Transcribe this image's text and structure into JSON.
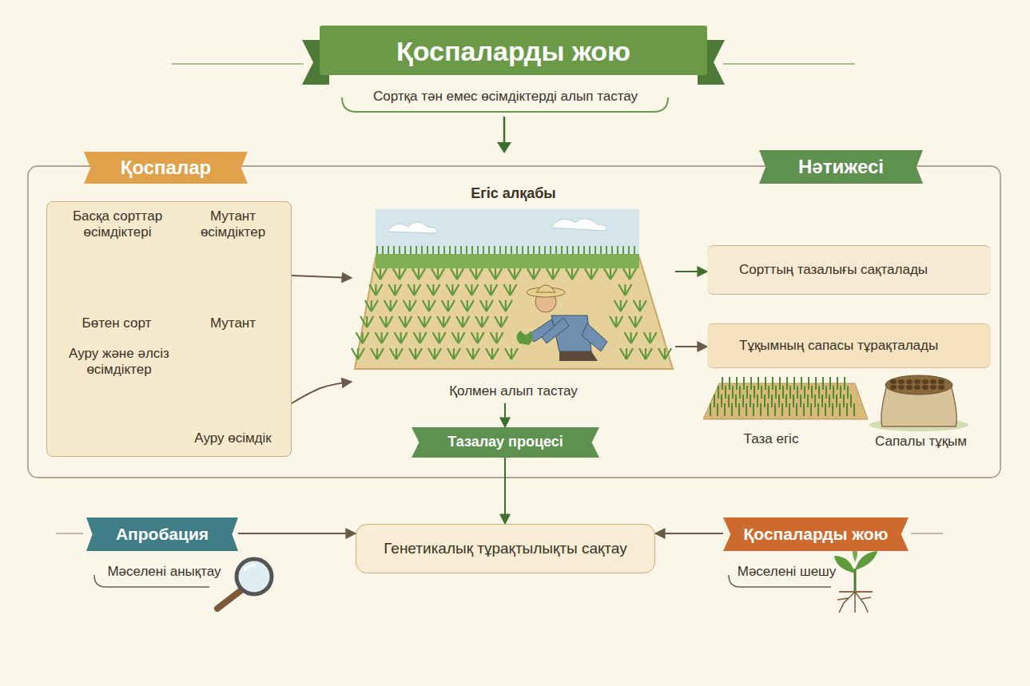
{
  "diagram": {
    "title": "Қоспаларды жою",
    "nodes": [
      {
        "text": [
          "Сортқа тән емес өсімдіктерді алып тастау"
        ]
      },
      {
        "text": [
          "Қоспалар"
        ]
      },
      {
        "text": [
          "Басқа сорттар өсімдіктері",
          "Бөтен сорт",
          "Мутант өсімдіктер",
          "Мутант",
          "Ауру және әлсіз өсімдіктер",
          "Ауру өсімдік"
        ]
      },
      {
        "text": [
          "Егіс алқабы",
          "Қолмен алып тастау"
        ]
      },
      {
        "text": [
          "Нәтижесі"
        ]
      },
      {
        "text": [
          "Сорттың тазалығы сақталады"
        ]
      },
      {
        "text": [
          "Тұқымның сапасы тұрақталады"
        ]
      },
      {
        "text": [
          "Тазалау процесі"
        ]
      },
      {
        "text": [
          "Апробация"
        ]
      },
      {
        "text": [
          "Генетикалық тұрақтылықты сақтау"
        ]
      },
      {
        "text": [
          "Қоспаларды жою"
        ]
      }
    ],
    "edges": [
      {
        "from": 2,
        "to": 3,
        "arrow": "to"
      },
      {
        "from": 2,
        "to": 3,
        "arrow": "to"
      },
      {
        "from": 3,
        "to": 5,
        "arrow": "to"
      },
      {
        "from": 3,
        "to": 6,
        "arrow": "to"
      },
      {
        "from": 3,
        "to": 7,
        "arrow": "to"
      },
      {
        "from": 7,
        "to": 9,
        "arrow": "to"
      },
      {
        "from": 8,
        "to": 9,
        "arrow": "to"
      },
      {
        "from": 10,
        "to": 9,
        "arrow": "to"
      }
    ],
    "labels": [
      "Таза егіс",
      "Сапалы тұқым",
      "Мәселені анықтау",
      "Мәселені шешу"
    ]
  }
}
